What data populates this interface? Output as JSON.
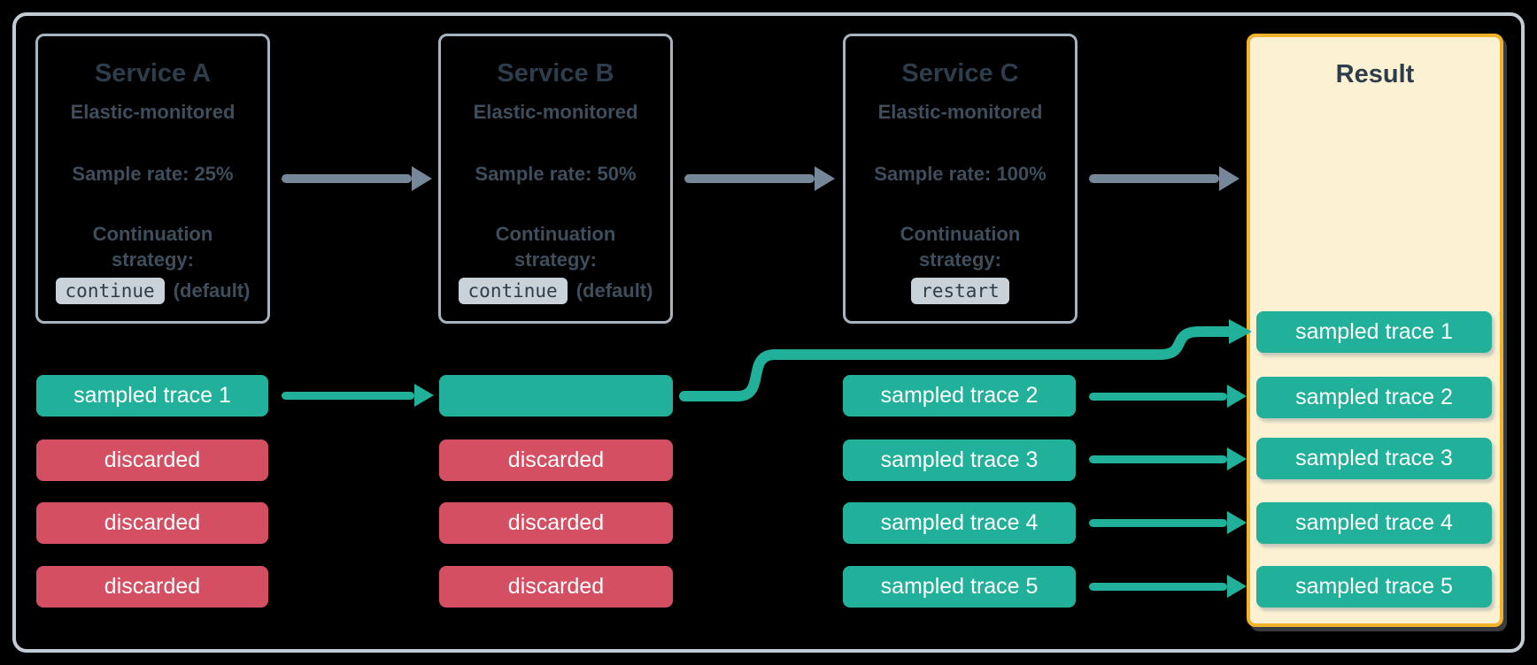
{
  "services": [
    {
      "title": "Service A",
      "monitored": "Elastic-monitored",
      "sample_rate": "Sample rate: 25%",
      "continuation_label": "Continuation strategy:",
      "strategy": "continue",
      "strategy_note": "(default)"
    },
    {
      "title": "Service B",
      "monitored": "Elastic-monitored",
      "sample_rate": "Sample rate: 50%",
      "continuation_label": "Continuation strategy:",
      "strategy": "continue",
      "strategy_note": "(default)"
    },
    {
      "title": "Service C",
      "monitored": "Elastic-monitored",
      "sample_rate": "Sample rate: 100%",
      "continuation_label": "Continuation strategy:",
      "strategy": "restart",
      "strategy_note": ""
    }
  ],
  "result": {
    "title": "Result",
    "traces": [
      "sampled trace 1",
      "sampled trace 2",
      "sampled trace 3",
      "sampled trace 4",
      "sampled trace 5"
    ]
  },
  "lanes": {
    "service_a": [
      "sampled trace 1",
      "discarded",
      "discarded",
      "discarded"
    ],
    "service_b": [
      "",
      "discarded",
      "discarded",
      "discarded"
    ],
    "service_c": [
      "sampled trace 2",
      "sampled trace 3",
      "sampled trace 4",
      "sampled trace 5"
    ]
  },
  "colors": {
    "sampled": "#21b09a",
    "discarded": "#d44f62",
    "arrow": "#76879a",
    "frame_border": "#c2ccd4",
    "service_border": "#a6b4c0",
    "result_bg": "#fcf1d2",
    "result_border": "#f2b32c",
    "heading_text": "#2d3d4b",
    "body_text": "#3e4e5d",
    "code_bg": "#c9d2d9"
  }
}
